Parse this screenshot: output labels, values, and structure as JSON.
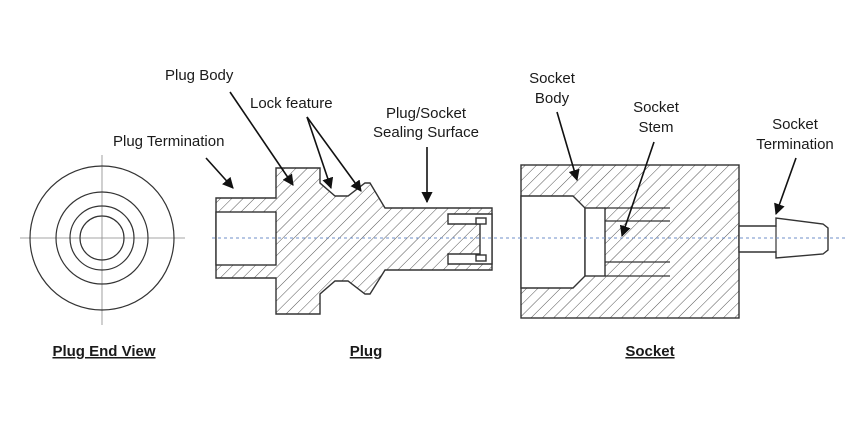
{
  "labels": {
    "plug_body": "Plug Body",
    "lock_feature": "Lock feature",
    "plug_termination": "Plug Termination",
    "sealing_line1": "Plug/Socket",
    "sealing_line2": "Sealing Surface",
    "socket_body_line1": "Socket",
    "socket_body_line2": "Body",
    "socket_stem_line1": "Socket",
    "socket_stem_line2": "Stem",
    "socket_term_line1": "Socket",
    "socket_term_line2": "Termination"
  },
  "captions": {
    "plug_end_view": "Plug End View",
    "plug": "Plug",
    "socket": "Socket"
  },
  "colors": {
    "outline": "#333333",
    "axis": "#6f8fc8",
    "text": "#1a1a1a"
  }
}
